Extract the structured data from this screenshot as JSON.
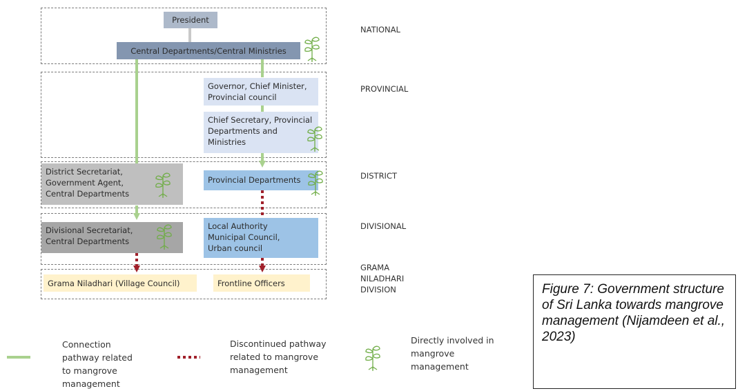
{
  "diagram": {
    "boxes": {
      "president": "President",
      "central": "Central Departments/Central Ministries",
      "governor": "Governor, Chief Minister,\nProvincial council",
      "chief_secretary": "Chief Secretary, Provincial\nDepartments and\nMinistries",
      "district_secretariat": "District Secretariat,\nGovernment Agent,\nCentral Departments",
      "provincial_departments": "Provincial Departments",
      "divisional_secretariat": "Divisional Secretariat,\nCentral Departments",
      "local_authority": "Local Authority\nMunicipal Council,\nUrban council",
      "grama_niladhari": "Grama Niladhari (Village Council)",
      "frontline": "Frontline Officers"
    },
    "levels": {
      "national": "NATIONAL",
      "provincial": "PROVINCIAL",
      "district": "DISTRICT",
      "divisional": "DIVISIONAL",
      "grama": "GRAMA\nNILADHARI\nDIVISION"
    },
    "colors": {
      "connection": "#a9d18e",
      "discontinued": "#a0202a",
      "president_fill": "#adb9ca",
      "central_fill": "#8496b0",
      "light_blue_fill": "#dae3f3",
      "mid_blue_fill": "#9dc3e6",
      "grey_fill": "#bfbfbf",
      "dark_grey_fill": "#a6a6a6",
      "cream_fill": "#fff2cc",
      "sprout": "#70ad47"
    }
  },
  "legend": {
    "connection": "Connection\npathway related\nto mangrove\nmanagement",
    "discontinued": "Discontinued pathway\nrelated to mangrove\nmanagement",
    "involved": "Directly involved in\nmangrove\nmanagement"
  },
  "caption": "Figure 7: Government structure of Sri Lanka towards mangrove management (Nijamdeen et al., 2023)"
}
